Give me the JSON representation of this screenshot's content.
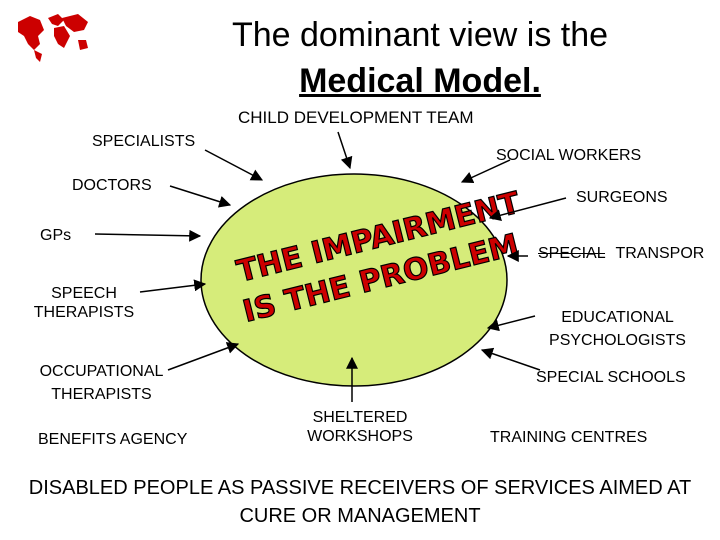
{
  "title": {
    "line1": "The dominant view is the",
    "line2": "Medical Model."
  },
  "logo": {
    "icon": "world-map-icon",
    "color": "#cc0000"
  },
  "center": {
    "line1": "THE IMPAIRMENT",
    "line2": "IS THE PROBLEM",
    "fill_color": "#d6ec7a",
    "text_color": "#cc0000"
  },
  "labels": {
    "child_development_team": "CHILD DEVELOPMENT TEAM",
    "specialists": "SPECIALISTS",
    "social_workers": "SOCIAL WORKERS",
    "doctors": "DOCTORS",
    "surgeons": "SURGEONS",
    "gps": "GPs",
    "special_transport_a": "SPECIAL",
    "special_transport_b": "TRANSPOR",
    "speech_therapists_1": "SPEECH",
    "speech_therapists_2": "THERAPISTS",
    "educational_psychologists_1": "EDUCATIONAL",
    "educational_psychologists_2": "PSYCHOLOGISTS",
    "occupational_therapists_1": "OCCUPATIONAL",
    "occupational_therapists_2": "THERAPISTS",
    "special_schools": "SPECIAL SCHOOLS",
    "benefits_agency": "BENEFITS AGENCY",
    "sheltered_workshops_1": "SHELTERED",
    "sheltered_workshops_2": "WORKSHOPS",
    "training_centres": "TRAINING CENTRES"
  },
  "footer": {
    "line1": "DISABLED PEOPLE AS PASSIVE RECEIVERS OF SERVICES AIMED AT",
    "line2": "CURE OR MANAGEMENT"
  }
}
